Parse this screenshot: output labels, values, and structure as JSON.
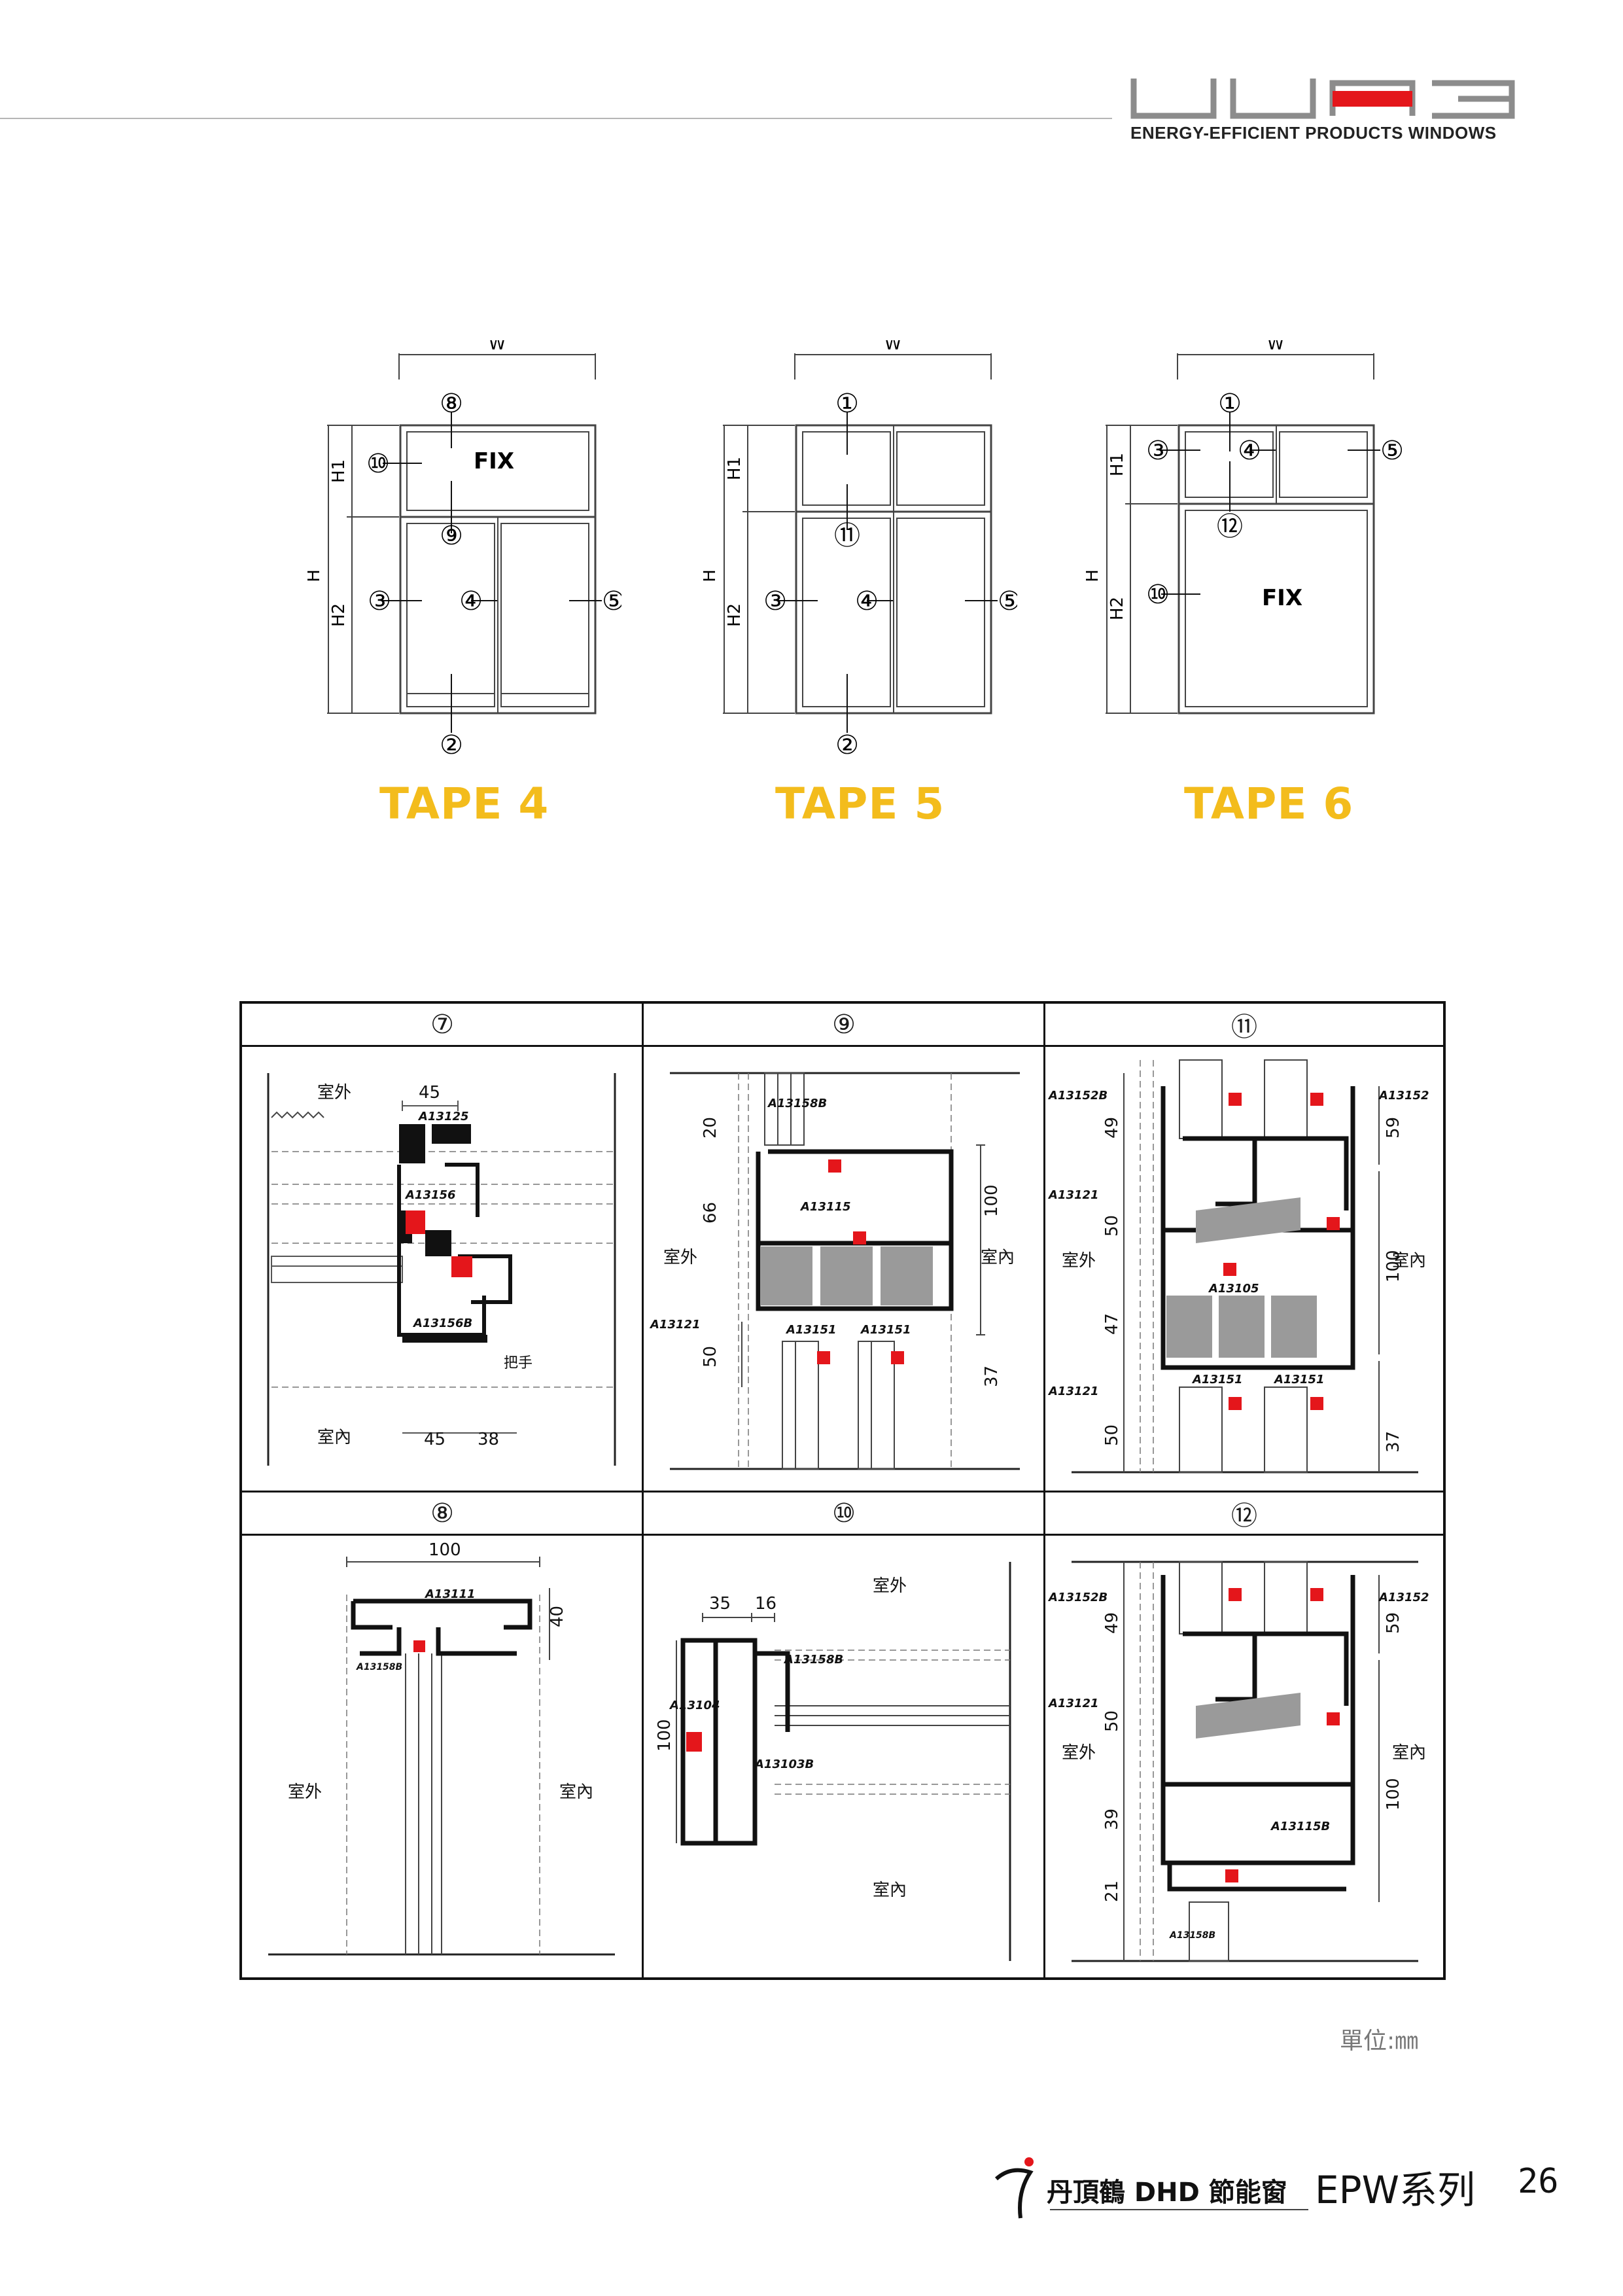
{
  "header": {
    "logo_caption": "ENERGY-EFFICIENT PRODUCTS WINDOWS",
    "brand_red": "#e4161b",
    "brand_grey": "#8c8c8c"
  },
  "elevations": [
    {
      "type_label": "TAPE 4",
      "width_label": "W",
      "height_label": "H",
      "h1_label": "H1",
      "h2_label": "H2",
      "fix_label": "FIX",
      "callouts": [
        "⑧",
        "⑩",
        "⑨",
        "③",
        "④",
        "⑤",
        "②"
      ]
    },
    {
      "type_label": "TAPE 5",
      "width_label": "W",
      "height_label": "H",
      "h1_label": "H1",
      "h2_label": "H2",
      "callouts": [
        "①",
        "⑪",
        "③",
        "④",
        "⑤",
        "②"
      ]
    },
    {
      "type_label": "TAPE 6",
      "width_label": "W",
      "height_label": "H",
      "h1_label": "H1",
      "h2_label": "H2",
      "fix_label": "FIX",
      "callouts": [
        "①",
        "③",
        "④",
        "⑤",
        "⑫",
        "⑩"
      ]
    }
  ],
  "sections": [
    {
      "number": "⑦",
      "outside": "室外",
      "inside": "室內",
      "dims": [
        "45",
        "45",
        "38"
      ],
      "parts": [
        "A13125",
        "A13156",
        "A13156B"
      ],
      "note": "把手"
    },
    {
      "number": "⑨",
      "outside": "室外",
      "inside": "室內",
      "dims": [
        "20",
        "66",
        "100",
        "50",
        "37"
      ],
      "parts": [
        "A13158B",
        "A13115",
        "A13121",
        "A13151",
        "A13151"
      ]
    },
    {
      "number": "⑪",
      "outside": "室外",
      "inside": "室內",
      "dims": [
        "49",
        "50",
        "47",
        "50",
        "59",
        "100",
        "37"
      ],
      "parts": [
        "A13152B",
        "A13152",
        "A13121",
        "A13105",
        "A13121",
        "A13151",
        "A13151"
      ]
    },
    {
      "number": "⑧",
      "outside": "室外",
      "inside": "室內",
      "dims": [
        "100",
        "40"
      ],
      "parts": [
        "A13111",
        "A13158B"
      ]
    },
    {
      "number": "⑩",
      "outside": "室外",
      "inside": "室內",
      "dims": [
        "35",
        "16",
        "100"
      ],
      "parts": [
        "A13158B",
        "A13104",
        "A13103B"
      ]
    },
    {
      "number": "⑫",
      "outside": "室外",
      "inside": "室內",
      "dims": [
        "49",
        "50",
        "39",
        "21",
        "59",
        "100"
      ],
      "parts": [
        "A13152B",
        "A13152",
        "A13121",
        "A13115B",
        "A13158B"
      ]
    }
  ],
  "unit_label": "單位:㎜",
  "footer": {
    "brand": "丹頂鶴 DHD 節能窗",
    "series": "EPW系列",
    "page": "26"
  }
}
